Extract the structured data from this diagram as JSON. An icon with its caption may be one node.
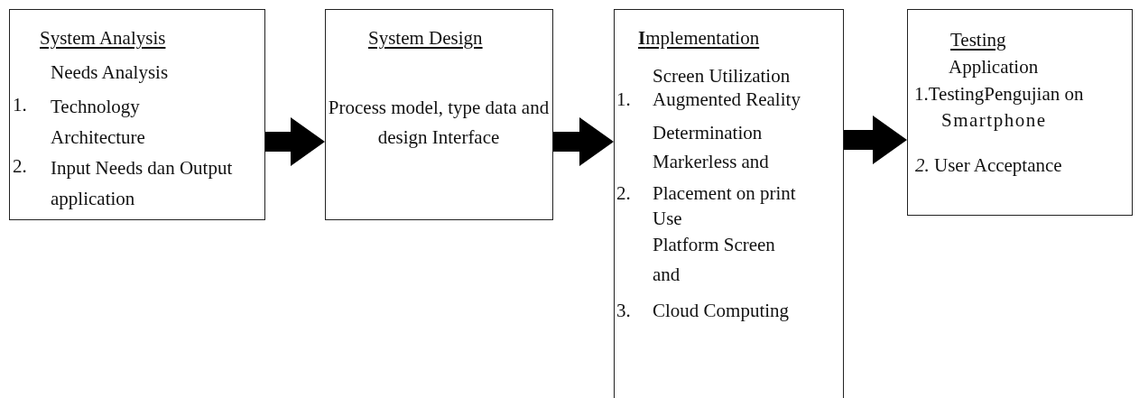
{
  "diagram": {
    "nodes": [
      {
        "text": [
          "System Analysis",
          "Needs Analysis",
          "1.",
          "Technology Architecture",
          "2.",
          "Input Needs dan Output application"
        ]
      },
      {
        "text": [
          "System Design",
          "Process model, type data and design Interface"
        ]
      },
      {
        "text": [
          "**I**mplementation",
          "Screen Utilization",
          "1.",
          "Augmented Reality",
          "Determination",
          "Markerless and",
          "2.",
          "Placement on print",
          "Use",
          "Platform Screen",
          "and",
          "3.",
          "Cloud Computing"
        ]
      },
      {
        "text": [
          "Testing",
          "Application",
          "1.TestingPengujian on",
          "Smartphone",
          "*2.* User Acceptance"
        ]
      }
    ],
    "edges": [
      {
        "from": 0,
        "to": 1,
        "arrow": "to",
        "style": "thick"
      },
      {
        "from": 1,
        "to": 2,
        "arrow": "to",
        "style": "thick"
      },
      {
        "from": 2,
        "to": 3,
        "arrow": "to",
        "style": "thick"
      }
    ]
  }
}
